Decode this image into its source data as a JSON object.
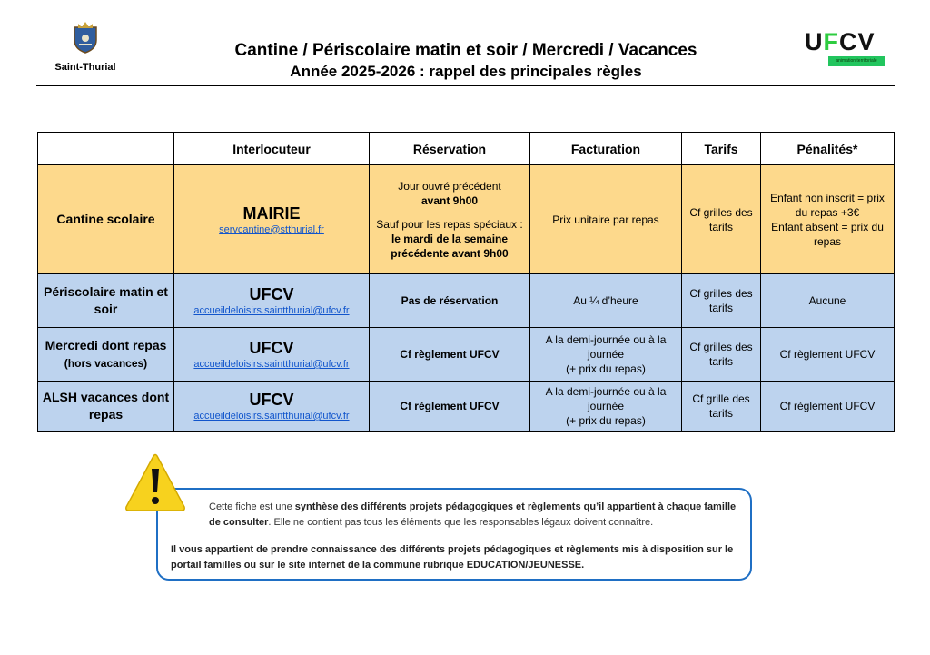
{
  "header": {
    "town_name": "Saint-Thurial",
    "title_line1": "Cantine / Périscolaire matin et soir / Mercredi / Vacances",
    "title_line2": "Année 2025-2026 : rappel des principales règles",
    "ufcv_word_a": "U",
    "ufcv_word_f": "F",
    "ufcv_word_b": "CV",
    "ufcv_tagline": "animation territoriale"
  },
  "table": {
    "headers": [
      "",
      "Interlocuteur",
      "Réservation",
      "Facturation",
      "Tarifs",
      "Pénalités*"
    ],
    "cantine": {
      "label": "Cantine scolaire",
      "org": "MAIRIE",
      "email": "servcantine@stthurial.fr",
      "resa_line1": "Jour ouvré précédent",
      "resa_line2": "avant 9h00",
      "resa_line3": "Sauf pour les repas spéciaux :",
      "resa_line4": "le mardi de la semaine précédente avant 9h00",
      "facturation": "Prix unitaire par repas",
      "tarifs": "Cf grilles des tarifs",
      "penalites_line1": "Enfant non inscrit = prix du repas +3€",
      "penalites_line2": "Enfant absent = prix du repas"
    },
    "peri": {
      "label": "Périscolaire matin et soir",
      "org": "UFCV",
      "email": "accueildeloisirs.saintthurial@ufcv.fr",
      "reservation": "Pas de réservation",
      "facturation": "Au ¼ d’heure",
      "tarifs": "Cf grilles des tarifs",
      "penalites": "Aucune"
    },
    "merc": {
      "label": "Mercredi dont repas",
      "label_small": "(hors vacances)",
      "org": "UFCV",
      "email": "accueildeloisirs.saintthurial@ufcv.fr",
      "reservation": "Cf règlement UFCV",
      "facturation_line1": "A la demi-journée ou à la journée",
      "facturation_line2": "(+ prix du repas)",
      "tarifs": "Cf grilles des tarifs",
      "penalites": "Cf règlement UFCV"
    },
    "alsh": {
      "label": "ALSH vacances dont repas",
      "org": "UFCV",
      "email": "accueildeloisirs.saintthurial@ufcv.fr",
      "reservation": "Cf règlement UFCV",
      "facturation_line1": "A la demi-journée ou à la journée",
      "facturation_line2": "(+ prix du repas)",
      "tarifs": "Cf grille des tarifs",
      "penalites": "Cf règlement UFCV"
    }
  },
  "note": {
    "p1_a": "Cette fiche est une ",
    "p1_b": "synthèse des différents projets pédagogiques et règlements qu’il appartient à chaque famille de consulter",
    "p1_c": ". Elle ne contient pas tous les éléments que les responsables légaux doivent connaître.",
    "p2": "Il vous appartient de prendre connaissance des différents projets pédagogiques et règlements mis à disposition sur le portail familles ou sur le site internet de la commune rubrique EDUCATION/JEUNESSE."
  },
  "colors": {
    "cantine_row": "#fdd98c",
    "ufcv_rows": "#bdd3ee",
    "note_border": "#1f6fc4",
    "warning_yellow": "#f7d21e"
  }
}
